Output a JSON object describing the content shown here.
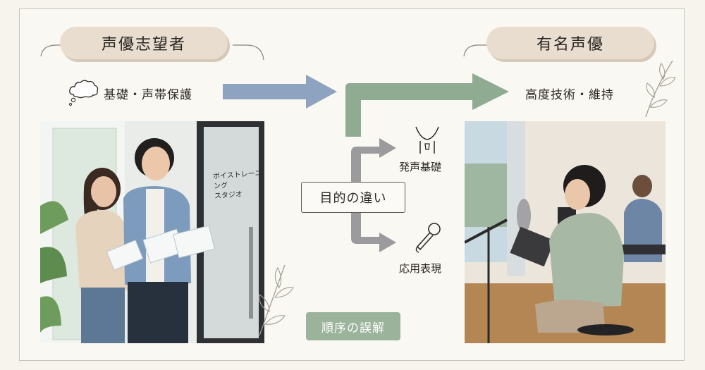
{
  "left_panel": {
    "title": "声優志望者",
    "thought_label": "基礎・声帯保護",
    "photo_sign": "ボイストレーニング\nスタジオ"
  },
  "right_panel": {
    "title": "有名声優",
    "label": "高度技術・維持"
  },
  "center": {
    "box_label": "目的の違い",
    "branch_top_label": "発声基礎",
    "branch_bottom_label": "応用表現",
    "badge_label": "順序の誤解"
  },
  "colors": {
    "blue_arrow": "#8ea3c0",
    "green_arrow": "#8fab91",
    "gray_arrow": "#9b9a9d",
    "pill": "#e8ddcf",
    "badge": "#9ab39a"
  }
}
